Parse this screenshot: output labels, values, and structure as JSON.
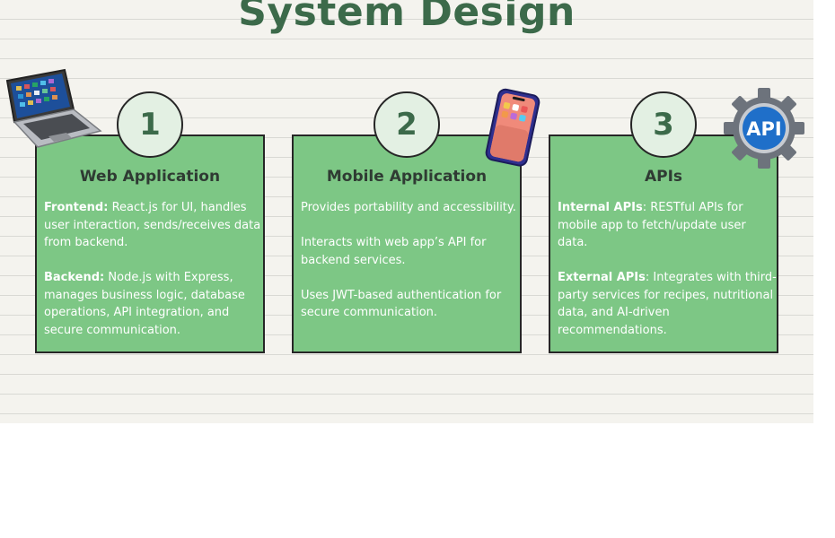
{
  "title": "System Design",
  "cards": [
    {
      "number": "1",
      "title": "Web Application",
      "sections": [
        {
          "label": "Frontend:",
          "text": " React.js for UI, handles user interaction, sends/receives data from backend."
        },
        {
          "label": "Backend:",
          "text": " Node.js with Express, manages business logic, database operations, API integration, and secure communication."
        }
      ]
    },
    {
      "number": "2",
      "title": "Mobile Application",
      "paragraphs": [
        "Provides portability and accessibility.",
        "Interacts with web app’s API for backend services.",
        "Uses JWT-based authentication for secure communication."
      ]
    },
    {
      "number": "3",
      "title": "APIs",
      "sections": [
        {
          "label": "Internal APIs",
          "text": ": RESTful APIs for mobile app to fetch/update user data."
        },
        {
          "label": "External APIs",
          "text": ": Integrates with third-party services for recipes, nutritional data, and AI-driven recommendations."
        }
      ]
    }
  ],
  "api_icon_text": "API",
  "colors": {
    "card_fill": "#7dc785",
    "badge_fill": "#e3f0e3",
    "title_green": "#3c6a4a",
    "background": "#f4f3ee"
  },
  "icons": [
    "laptop-icon",
    "smartphone-icon",
    "api-gear-icon"
  ]
}
